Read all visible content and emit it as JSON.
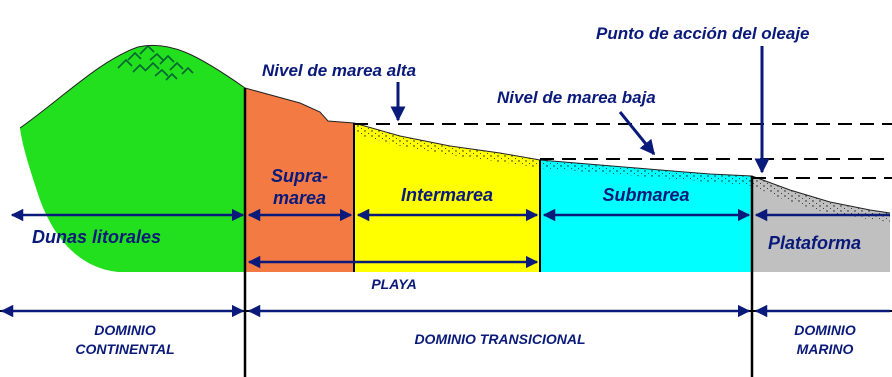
{
  "annotations": {
    "wave_action_point": "Punto de acción del oleaje",
    "high_tide_level": "Nivel de marea alta",
    "low_tide_level": "Nivel de marea baja"
  },
  "zones": {
    "dunes": "Dunas litorales",
    "supratidal_line1": "Supra-",
    "supratidal_line2": "marea",
    "intertidal": "Intermarea",
    "subtidal": "Submarea",
    "shelf": "Plataforma"
  },
  "beach_label": "PLAYA",
  "domains": {
    "continental_line1": "DOMINIO",
    "continental_line2": "CONTINENTAL",
    "transitional": "DOMINIO TRANSICIONAL",
    "marine_line1": "DOMINIO",
    "marine_line2": "MARINO"
  },
  "colors": {
    "dunes": "#22e01e",
    "supratidal": "#f47a44",
    "intertidal": "#ffff00",
    "subtidal": "#00ffff",
    "shelf": "#c0c0c0",
    "text": "#0a1a7a",
    "arrows": "#0a1a7a",
    "lines": "#000000"
  }
}
